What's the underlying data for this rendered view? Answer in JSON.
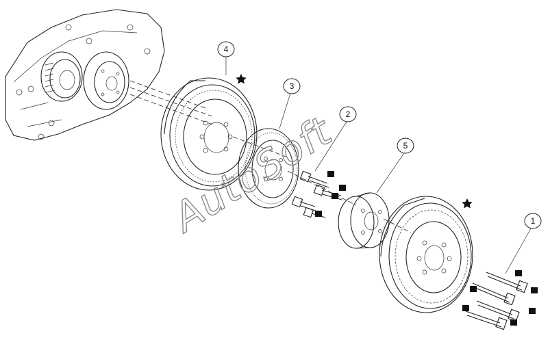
{
  "callouts": [
    {
      "id": "1",
      "label": "1"
    },
    {
      "id": "2",
      "label": "2"
    },
    {
      "id": "3",
      "label": "3"
    },
    {
      "id": "4",
      "label": "4"
    },
    {
      "id": "5",
      "label": "5"
    }
  ],
  "watermark": "AutoSoft",
  "icons": [
    "star-marker-icon",
    "box-marker-icon"
  ]
}
